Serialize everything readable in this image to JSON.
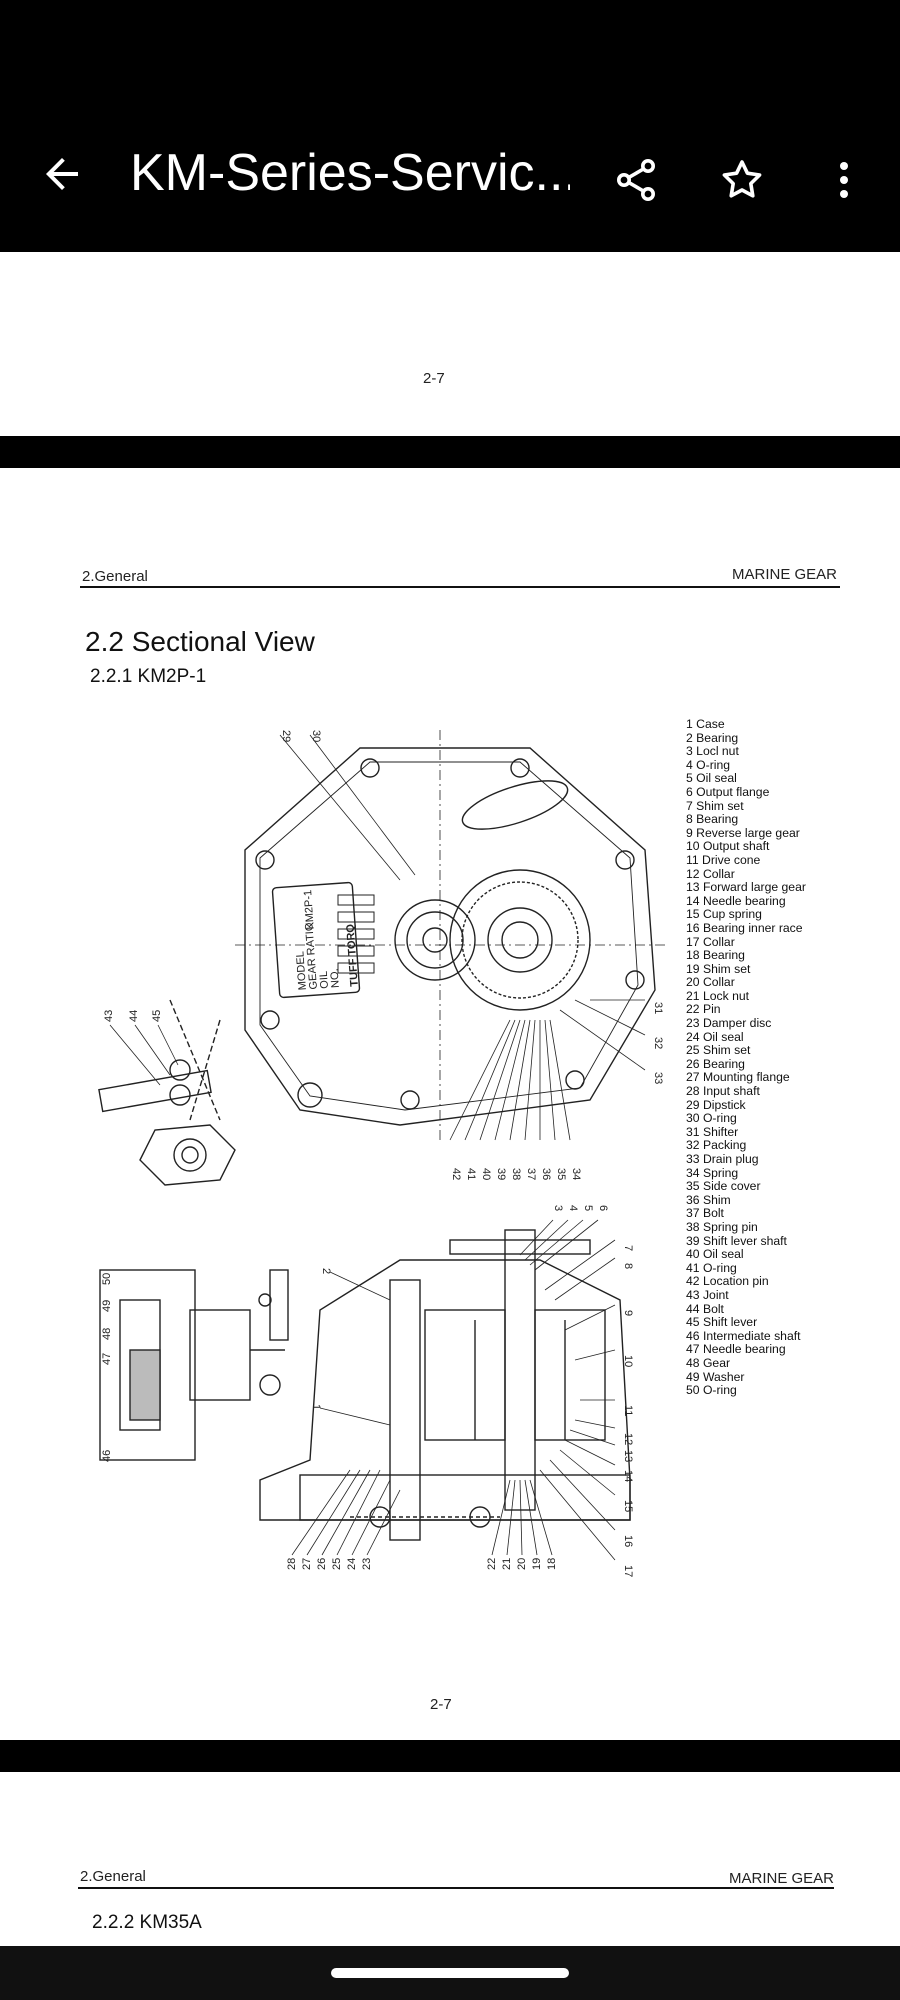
{
  "app_bar": {
    "title": "KM-Series-Servic...",
    "back_icon": "arrow-left-icon",
    "share_icon": "share-icon",
    "star_icon": "star-outline-icon",
    "more_icon": "more-vert-icon"
  },
  "page_prev": {
    "page_number": "2-7"
  },
  "page_main": {
    "header_left": "2.General",
    "header_right": "MARINE GEAR",
    "section_title": "2.2 Sectional View",
    "subsection_title": "2.2.1  KM2P-1",
    "page_number": "2-7",
    "parts": [
      "1 Case",
      "2 Bearing",
      "3 Locl nut",
      "4 O-ring",
      "5 Oil seal",
      "6 Output flange",
      "7 Shim set",
      "8 Bearing",
      "9 Reverse large gear",
      "10 Output shaft",
      "11 Drive cone",
      "12 Collar",
      "13 Forward large gear",
      "14 Needle bearing",
      "15 Cup spring",
      "16 Bearing inner race",
      "17 Collar",
      "18 Bearing",
      "19 Shim set",
      "20 Collar",
      "21 Lock nut",
      "22 Pin",
      "23 Damper disc",
      "24 Oil seal",
      "25 Shim set",
      "26 Bearing",
      "27 Mounting flange",
      "28 Input shaft",
      "29 Dipstick",
      "30 O-ring",
      "31 Shifter",
      "32 Packing",
      "33 Drain plug",
      "34 Spring",
      "35 Side cover",
      "36 Shim",
      "37 Bolt",
      "38 Spring pin",
      "39 Shift lever shaft",
      "40 Oil seal",
      "41 O-ring",
      "42 Location pin",
      "43 Joint",
      "44 Bolt",
      "45 Shift lever",
      "46 Intermediate shaft",
      "47 Needle bearing",
      "48 Gear",
      "49 Washer",
      "50 O-ring"
    ],
    "callouts": {
      "top_view": [
        "29",
        "30",
        "31",
        "32",
        "33",
        "34",
        "35",
        "36",
        "37",
        "38",
        "39",
        "40",
        "41",
        "42"
      ],
      "lever_view": [
        "43",
        "44",
        "45"
      ],
      "side_view": [
        "50",
        "49",
        "48",
        "47",
        "46"
      ],
      "section_view_top": [
        "3",
        "4",
        "5",
        "6",
        "7",
        "8",
        "9",
        "10",
        "11",
        "12",
        "13",
        "14",
        "15",
        "16",
        "17"
      ],
      "section_view_left": [
        "2",
        "1"
      ],
      "section_view_bottom": [
        "28",
        "27",
        "26",
        "25",
        "24",
        "23",
        "22",
        "21",
        "20",
        "19",
        "18"
      ]
    },
    "nameplate_text": [
      "MODEL",
      "GEAR RATIO",
      "OIL",
      "NO.",
      "TUFF TORQ",
      "KM2P-1"
    ]
  },
  "page_next": {
    "header_left": "2.General",
    "header_right": "MARINE GEAR",
    "subsection_title": "2.2.2  KM35A"
  }
}
